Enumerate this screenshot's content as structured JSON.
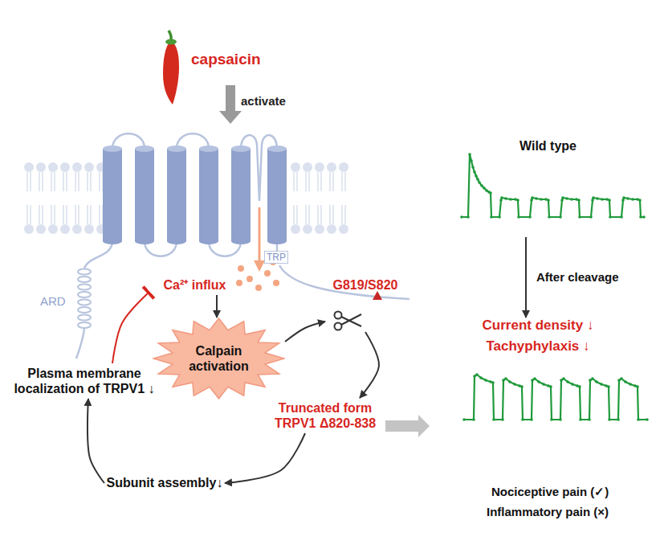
{
  "diagram": {
    "nodes": [
      {
        "text": [
          "Ca²⁺ influx"
        ]
      },
      {
        "text": [
          "Calpain activation"
        ]
      },
      {
        "text": [
          "G819/S820"
        ]
      },
      {
        "text": [
          "Truncated form TRPV1 Δ820-838"
        ]
      },
      {
        "text": [
          "Subunit assembly↓"
        ]
      },
      {
        "text": [
          "Plasma membrane localization of TRPV1 ↓"
        ]
      },
      {
        "text": [
          "Wild type"
        ]
      },
      {
        "text": [
          "Current density ↓",
          "Tachyphylaxis ↓"
        ]
      }
    ],
    "edges": [
      {
        "from": 0,
        "to": 1,
        "arrow": "to"
      },
      {
        "from": 1,
        "to": 2,
        "arrow": "to"
      },
      {
        "from": 2,
        "to": 3,
        "arrow": "to"
      },
      {
        "from": 3,
        "to": 4,
        "arrow": "to"
      },
      {
        "from": 4,
        "to": 5,
        "arrow": "to"
      },
      {
        "from": 5,
        "to": 0,
        "arrow": "to"
      },
      {
        "from": 3,
        "to": 7,
        "arrow": "to"
      },
      {
        "from": 6,
        "to": 7,
        "label": "After cleavage",
        "arrow": "to"
      }
    ],
    "labels": [
      "capsaicin",
      "activate",
      "TRP",
      "ARD",
      "Nociceptive pain (✓)",
      "Inflammatory pain (×)"
    ]
  }
}
